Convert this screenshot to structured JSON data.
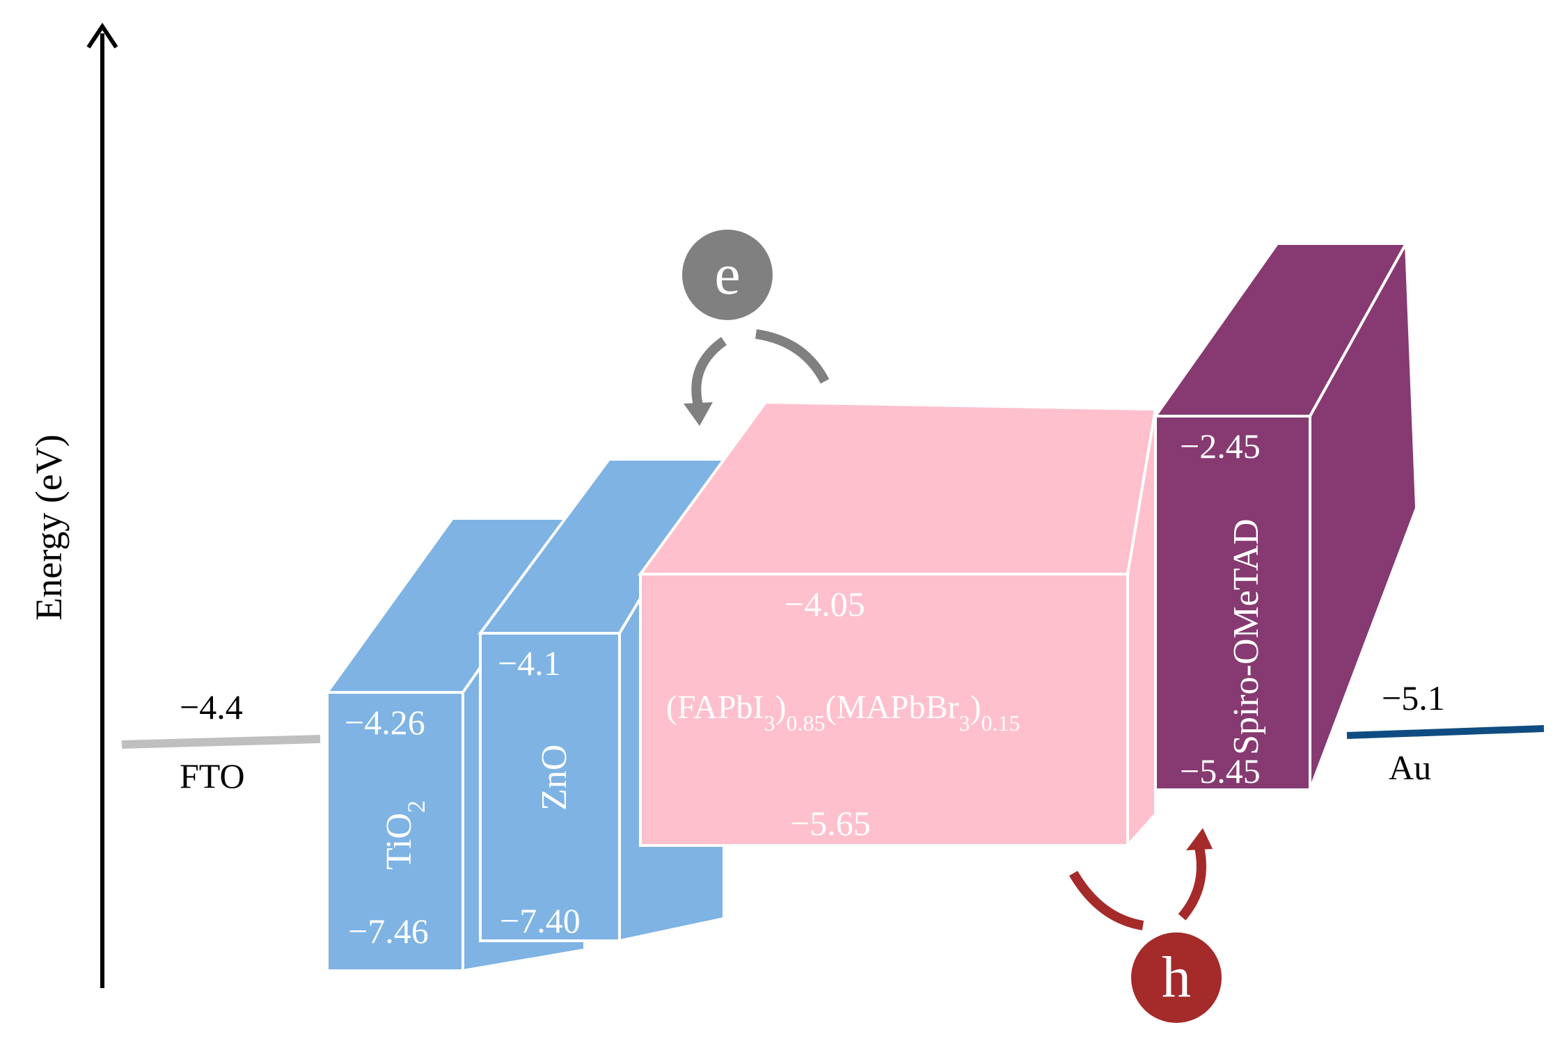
{
  "axis": {
    "label": "Energy (eV)"
  },
  "colors": {
    "etl": "#7eb3e4",
    "perovskite": "#ffc0cd",
    "htl": "#863a71",
    "fto_line": "#bfbfbf",
    "au_line": "#0f4c81",
    "electron": "#808080",
    "hole": "#a52a2a"
  },
  "electrodes": {
    "fto": {
      "name": "FTO",
      "level": "−4.4"
    },
    "au": {
      "name": "Au",
      "level": "−5.1"
    }
  },
  "layers": {
    "tio2": {
      "name_main": "TiO",
      "name_sub": "2",
      "top": "−4.26",
      "bottom": "−7.46"
    },
    "zno": {
      "name": "ZnO",
      "top": "−4.1",
      "bottom": "−7.40"
    },
    "perovskite": {
      "name_parts": [
        "(FAPbI",
        "3",
        ")",
        "0.85",
        "(MAPbBr",
        "3",
        ")",
        "0.15"
      ],
      "top": "−4.05",
      "bottom": "−5.65"
    },
    "spiro": {
      "name": "Spiro-OMeTAD",
      "top": "−2.45",
      "bottom": "−5.45"
    }
  },
  "carriers": {
    "electron": "e",
    "hole": "h"
  }
}
